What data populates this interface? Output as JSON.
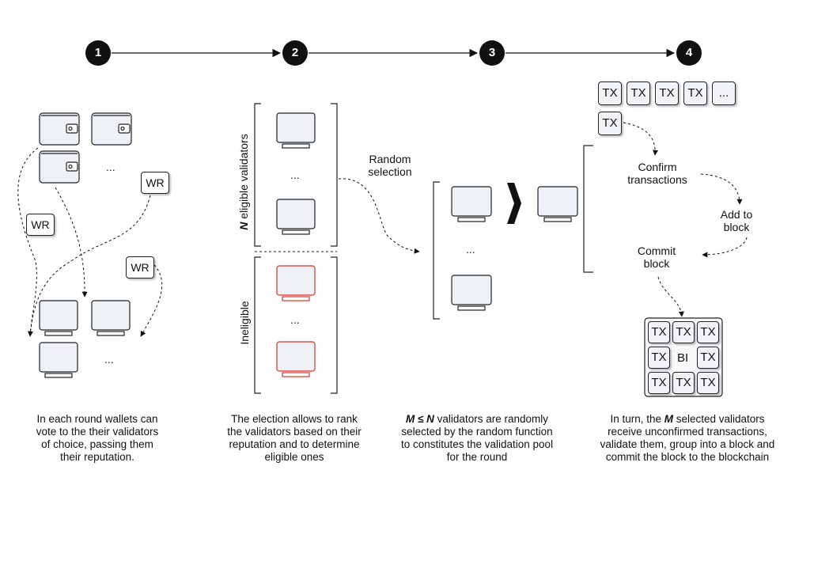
{
  "steps": [
    "1",
    "2",
    "3",
    "4"
  ],
  "stage1": {
    "wallet_ellipsis": "...",
    "validator_ellipsis": "...",
    "wr_labels": [
      "WR",
      "WR",
      "WR"
    ]
  },
  "stage2": {
    "eligible_n": "N",
    "eligible_label": " eligible validators",
    "ineligible_label": "Ineligible",
    "eligible_ellipsis": "...",
    "ineligible_ellipsis": "..."
  },
  "stage3": {
    "random_selection": "Random\nselection",
    "pool_ellipsis": "..."
  },
  "stage4": {
    "tx_row": [
      "TX",
      "TX",
      "TX",
      "TX",
      "..."
    ],
    "tx_single": "TX",
    "confirm": "Confirm\ntransactions",
    "add_to_block": "Add to\nblock",
    "commit_block": "Commit\nblock",
    "block_cells": [
      "TX",
      "TX",
      "TX",
      "TX",
      "BI",
      "TX",
      "TX",
      "TX",
      "TX"
    ]
  },
  "captions": {
    "c1": "In each round wallets can vote to the their validators of choice, passing them their reputation.",
    "c2": "The election allows to rank the validators based on their reputation and to determine eligible ones",
    "c3_m": "M",
    "c3_le": " ≤ ",
    "c3_n": "N",
    "c3_rest": " validators are randomly selected by the random function to constitutes the validation pool for the round",
    "c4_pre": "In turn, the ",
    "c4_m": "M",
    "c4_rest": " selected validators receive unconfirmed transactions, validate them, group into a block and commit the block to the blockchain"
  },
  "colors": {
    "ineligible": "#d9342b",
    "node_fill": "#eef1f5",
    "line": "#111111"
  }
}
